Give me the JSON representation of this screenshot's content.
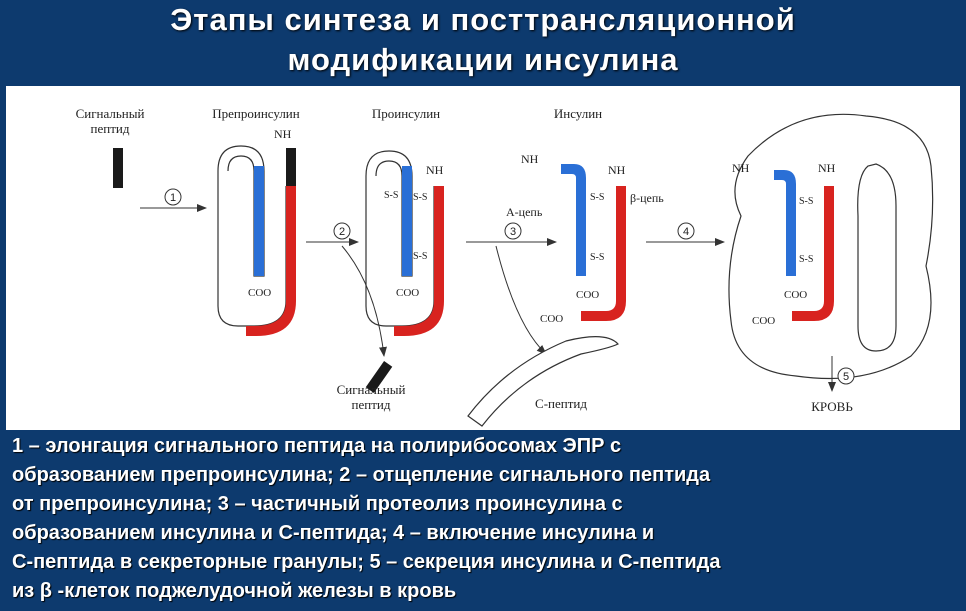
{
  "title": {
    "line1": "Этапы синтеза и посттрансляционной",
    "line2": "модификации  инсулина"
  },
  "diagram": {
    "labels": {
      "signal_peptide_l1": "Сигнальный",
      "signal_peptide_l2": "пептид",
      "preproinsulin": "Препроинсулин",
      "proinsulin": "Проинсулин",
      "insulin": "Инсулин",
      "a_chain": "А-цепь",
      "b_chain": "β-цепь",
      "c_peptide": "С-пептид",
      "blood": "КРОВЬ",
      "nh3": "NH",
      "coo": "COO",
      "ss": "S-S",
      "s": "S"
    },
    "steps": [
      "1",
      "2",
      "3",
      "4",
      "5"
    ],
    "colors": {
      "a_chain": "#2a6fd6",
      "b_chain": "#d8231f",
      "signal": "#1a1a1a",
      "outline": "#333333"
    }
  },
  "caption": {
    "lines": [
      "1 – элонгация сигнального пептида на полирибосомах ЭПР с",
      "образованием препроинсулина; 2 – отщепление сигнального пептида",
      "от препроинсулина; 3 – частичный протеолиз проинсулина с",
      "образованием инсулина и С-пептида; 4 – включение инсулина и",
      "С-пептида в секреторные гранулы; 5 – секреция инсулина и С-пептида",
      "из β -клеток поджелудочной железы в кровь"
    ]
  }
}
